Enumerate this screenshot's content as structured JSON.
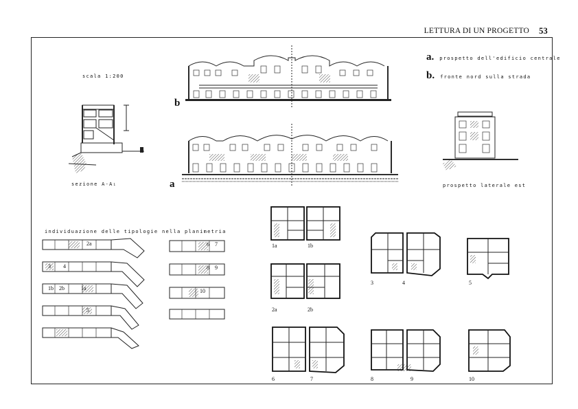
{
  "header": {
    "title": "LETTURA DI UN PROGETTO",
    "page_number": "53"
  },
  "scale_label": "scala 1:200",
  "section_label": "sezione A-A₁",
  "lateral_label": "prospetto laterale est",
  "legend": [
    {
      "letter": "a.",
      "text": "prospetto dell'edificio centrale"
    },
    {
      "letter": "b.",
      "text": "fronte nord sulla strada"
    }
  ],
  "elevation_letters": {
    "top": "b",
    "bottom": "a"
  },
  "typologies_title": "individuazione delle tipologie nella planimetria",
  "plan_labels": [
    "1a",
    "1b",
    "2a",
    "2b",
    "3",
    "4",
    "5",
    "6",
    "7",
    "8",
    "9",
    "10"
  ],
  "site_plan_numbers": [
    "6",
    "7",
    "8",
    "9",
    "10",
    "2a",
    "2b",
    "1a",
    "1b",
    "3",
    "4",
    "5"
  ]
}
